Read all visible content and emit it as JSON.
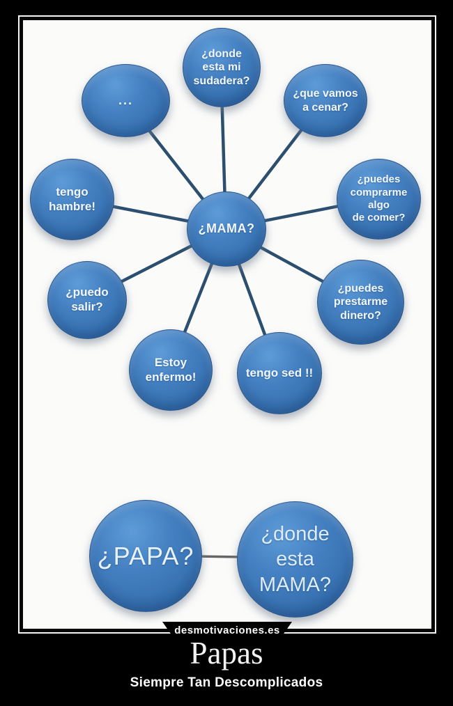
{
  "poster": {
    "watermark": "desmotivaciones.es",
    "title": "Papas",
    "subtitle": "Siempre Tan Descomplicados"
  },
  "mama_diagram": {
    "center": {
      "label": "¿MAMA?"
    },
    "nodes": [
      {
        "id": "sudadera",
        "label": "¿donde\nesta mi\nsudadera?"
      },
      {
        "id": "dots",
        "label": "..."
      },
      {
        "id": "cenar",
        "label": "¿que vamos\na cenar?"
      },
      {
        "id": "hambre",
        "label": "tengo\nhambre!"
      },
      {
        "id": "comprarme",
        "label": "¿puedes\ncomprarme\nalgo\nde comer?"
      },
      {
        "id": "salir",
        "label": "¿puedo\nsalir?"
      },
      {
        "id": "dinero",
        "label": "¿puedes\nprestarme\ndinero?"
      },
      {
        "id": "enfermo",
        "label": "Estoy\nenfermo!"
      },
      {
        "id": "sed",
        "label": "tengo sed !!"
      }
    ]
  },
  "papa_diagram": {
    "nodes": [
      {
        "id": "papa",
        "label": "¿PAPA?"
      },
      {
        "id": "donde_mama",
        "label": "¿donde\nesta\nMAMA?"
      }
    ]
  },
  "colors": {
    "bubble_blue": "#3a74b4",
    "bubble_highlight": "#5e9bd8",
    "bubble_edge": "#2a5c98",
    "spoke_line": "#2c4f70",
    "connector_gray": "#666666",
    "bubble_text": "#f2f7fc",
    "background": "#000000",
    "photo_background": "#fbfbfa"
  }
}
